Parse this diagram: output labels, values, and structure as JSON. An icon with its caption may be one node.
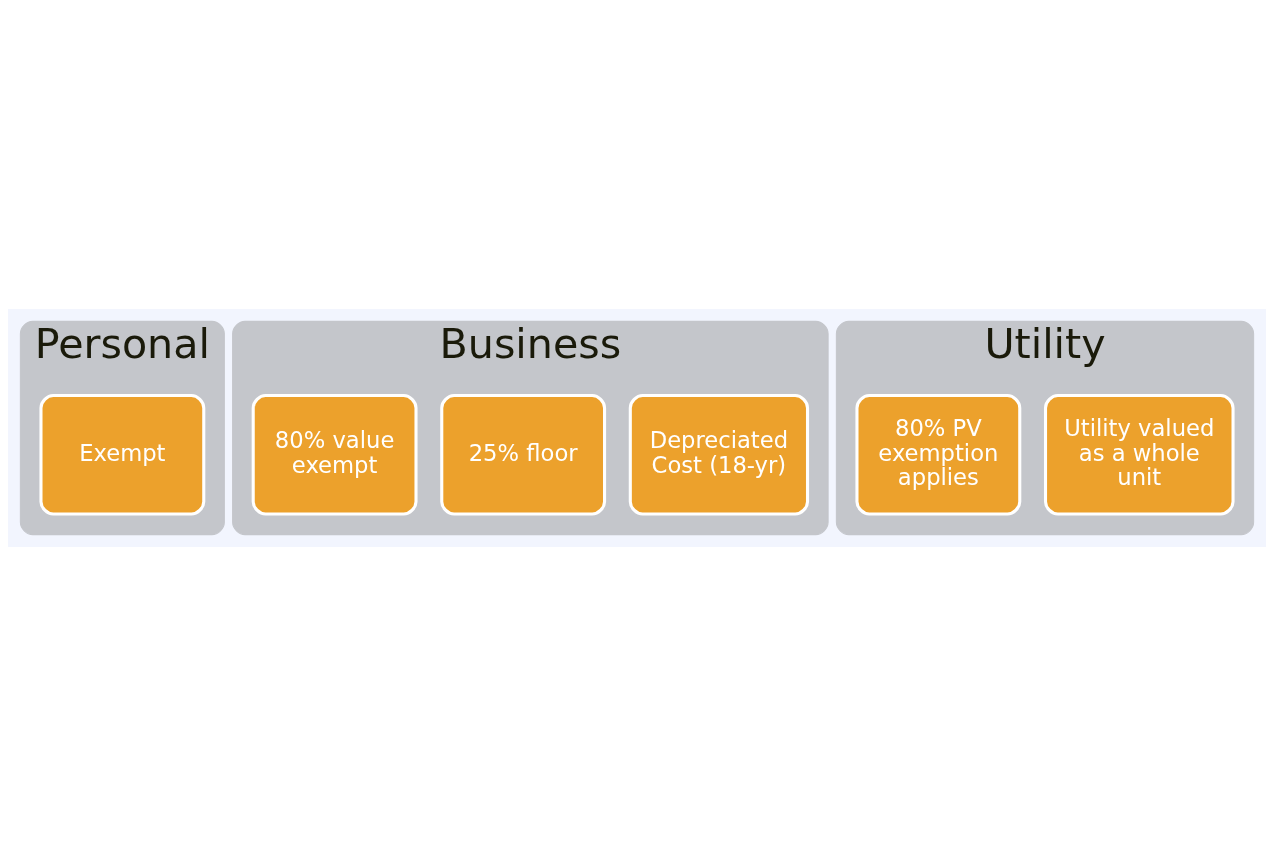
{
  "diagram": {
    "nodes": [
      {
        "text": [
          "Personal"
        ]
      },
      {
        "text": [
          "Exempt"
        ],
        "in": 0
      },
      {
        "text": [
          "Business"
        ]
      },
      {
        "text": [
          "Depreciated Cost (18-yr)"
        ],
        "in": 2
      },
      {
        "text": [
          "25% floor"
        ],
        "in": 2
      },
      {
        "text": [
          "80% value exempt"
        ],
        "in": 2
      },
      {
        "text": [
          "Utility"
        ]
      },
      {
        "text": [
          "Utility valued as a whole unit"
        ],
        "in": 6
      },
      {
        "text": [
          "80% PV exemption applies"
        ],
        "in": 6
      }
    ],
    "edges": []
  }
}
